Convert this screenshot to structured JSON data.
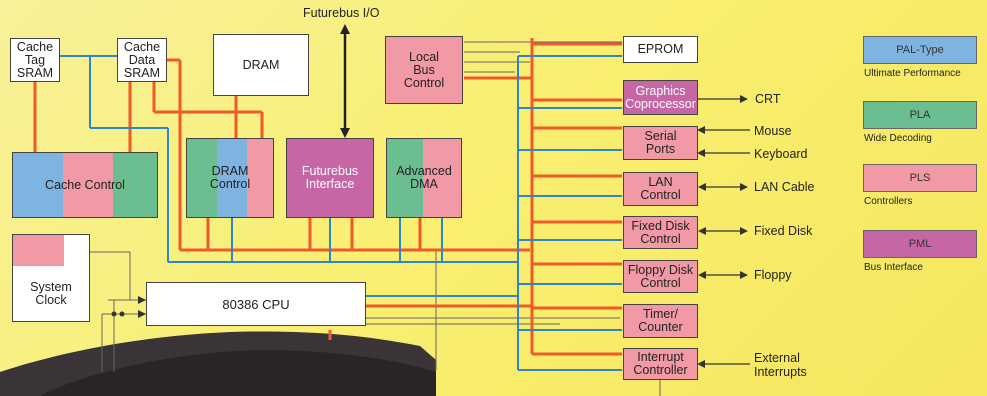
{
  "bus_label": "Futurebus I/O",
  "blocks": {
    "cache_tag": "Cache\nTag\nSRAM",
    "cache_data": "Cache\nData\nSRAM",
    "dram": "DRAM",
    "local_bus": "Local\nBus\nControl",
    "eprom": "EPROM",
    "graphics": "Graphics\nCoprocessor",
    "serial": "Serial\nPorts",
    "lan": "LAN\nControl",
    "fixed_disk": "Fixed Disk\nControl",
    "floppy": "Floppy Disk\nControl",
    "timer": "Timer/\nCounter",
    "interrupt": "Interrupt\nController",
    "cache_control": "Cache Control",
    "dram_control": "DRAM\nControl",
    "futurebus_if": "Futurebus\nInterface",
    "adv_dma": "Advanced\nDMA",
    "system_clock": "System\nClock",
    "cpu": "80386 CPU"
  },
  "externals": {
    "crt": "CRT",
    "mouse": "Mouse",
    "keyboard": "Keyboard",
    "lan_cable": "LAN Cable",
    "fixed_disk": "Fixed Disk",
    "floppy": "Floppy",
    "ext_int": "External\nInterrupts"
  },
  "legend": [
    {
      "label": "PAL-Type",
      "caption": "Ultimate Performance",
      "color": "#7eb4df"
    },
    {
      "label": "PLA",
      "caption": "Wide Decoding",
      "color": "#6bbe8f"
    },
    {
      "label": "PLS",
      "caption": "Controllers",
      "color": "#f19aa5"
    },
    {
      "label": "PML",
      "caption": "Bus Interface",
      "color": "#c766a4"
    }
  ],
  "colors": {
    "data_bus": "#ef5a2d",
    "address_bus": "#2f86c6",
    "control": "#555555"
  }
}
